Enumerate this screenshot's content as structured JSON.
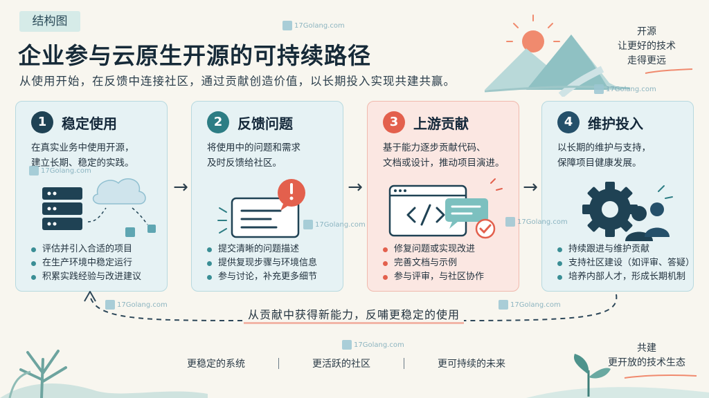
{
  "header": {
    "tag": "结构图",
    "title": "企业参与云原生开源的可持续路径",
    "subtitle": "从使用开始，在反馈中连接社区，通过贡献创造价值，以长期投入实现共建共赢。"
  },
  "corner_note": [
    "开源",
    "让更好的技术",
    "走得更远"
  ],
  "steps": [
    {
      "number": "1",
      "title": "稳定使用",
      "desc": [
        "在真实业务中使用开源，",
        "建立长期、稳定的实践。"
      ],
      "items": [
        "评估并引入合适的项目",
        "在生产环境中稳定运行",
        "积累实践经验与改进建议"
      ]
    },
    {
      "number": "2",
      "title": "反馈问题",
      "desc": [
        "将使用中的问题和需求",
        "及时反馈给社区。"
      ],
      "items": [
        "提交清晰的问题描述",
        "提供复现步骤与环境信息",
        "参与讨论，补充更多细节"
      ]
    },
    {
      "number": "3",
      "title": "上游贡献",
      "desc": [
        "基于能力逐步贡献代码、",
        "文档或设计，推动项目演进。"
      ],
      "items": [
        "修复问题或实现改进",
        "完善文档与示例",
        "参与评审，与社区协作"
      ]
    },
    {
      "number": "4",
      "title": "维护投入",
      "desc": [
        "以长期的维护与支持，",
        "保障项目健康发展。"
      ],
      "items": [
        "持续跟进与维护贡献",
        "支持社区建设（如评审、答疑）",
        "培养内部人才，形成长期机制"
      ]
    }
  ],
  "feedback_loop": "从贡献中获得新能力，反哺更稳定的使用",
  "footer": [
    "更稳定的系统",
    "更活跃的社区",
    "更可持续的未来"
  ],
  "bottom_note": [
    "共建",
    "更开放的技术生态"
  ],
  "watermark": "17Golang.com",
  "colors": {
    "navy": "#1f4254",
    "teal": "#2d7d84",
    "coral": "#e3604d",
    "card_blue": "#e6f2f4",
    "card_pink": "#fbe7e2"
  }
}
